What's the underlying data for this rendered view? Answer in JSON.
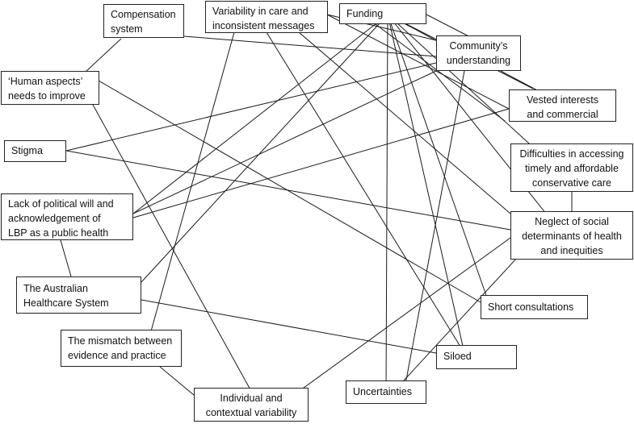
{
  "nodes": {
    "compensation": [
      "Compensation",
      "system"
    ],
    "variability": [
      "Variability in care and",
      "inconsistent messages"
    ],
    "funding": [
      "Funding"
    ],
    "community": [
      "Community’s",
      "understanding"
    ],
    "human": [
      "‘Human aspects’",
      "needs to improve"
    ],
    "vested": [
      "Vested interests",
      "and commercial"
    ],
    "stigma": [
      "Stigma"
    ],
    "difficulties": [
      "Difficulties in accessing",
      "timely and affordable",
      "conservative care"
    ],
    "political": [
      "Lack of political will and",
      "acknowledgement of",
      "LBP as a public health"
    ],
    "neglect": [
      "Neglect of social",
      "determinants of health",
      "and inequities"
    ],
    "australian": [
      "The Australian",
      "Healthcare System"
    ],
    "short": [
      "Short consultations"
    ],
    "mismatch": [
      "The mismatch between",
      "evidence and practice"
    ],
    "siloed": [
      "Siloed"
    ],
    "uncertainties": [
      "Uncertainties"
    ],
    "individual": [
      "Individual and",
      "contextual variability"
    ]
  }
}
